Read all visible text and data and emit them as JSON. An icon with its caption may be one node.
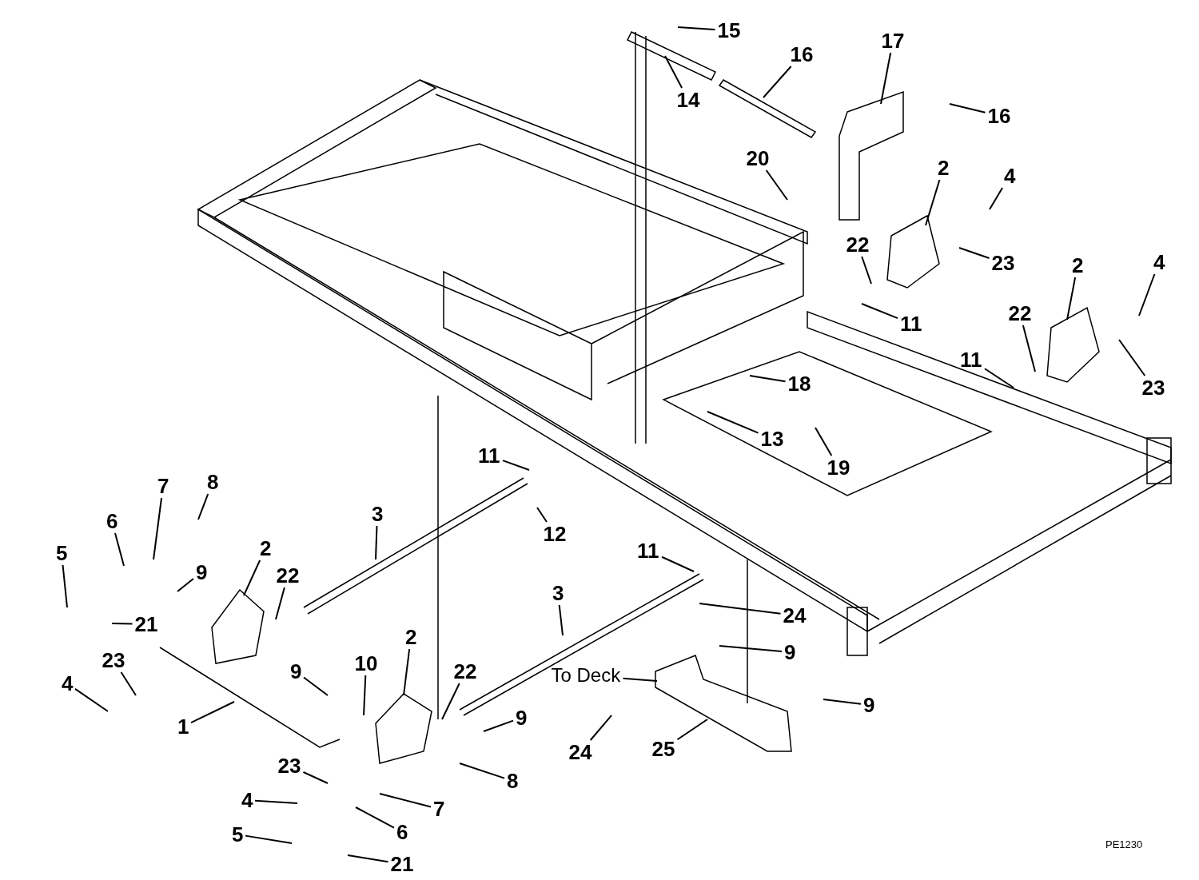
{
  "diagram": {
    "nodes": [
      {
        "text": [
          "15"
        ]
      },
      {
        "text": [
          "16"
        ]
      },
      {
        "text": [
          "17"
        ]
      },
      {
        "text": [
          "14"
        ]
      },
      {
        "text": [
          "16"
        ]
      },
      {
        "text": [
          "20"
        ]
      },
      {
        "text": [
          "2"
        ]
      },
      {
        "text": [
          "4"
        ]
      },
      {
        "text": [
          "22"
        ]
      },
      {
        "text": [
          "23"
        ]
      },
      {
        "text": [
          "2"
        ]
      },
      {
        "text": [
          "4"
        ]
      },
      {
        "text": [
          "11"
        ]
      },
      {
        "text": [
          "22"
        ]
      },
      {
        "text": [
          "11"
        ]
      },
      {
        "text": [
          "23"
        ]
      },
      {
        "text": [
          "18"
        ]
      },
      {
        "text": [
          "13"
        ]
      },
      {
        "text": [
          "19"
        ]
      },
      {
        "text": [
          "11"
        ]
      },
      {
        "text": [
          "12"
        ]
      },
      {
        "text": [
          "8"
        ]
      },
      {
        "text": [
          "7"
        ]
      },
      {
        "text": [
          "6"
        ]
      },
      {
        "text": [
          "5"
        ]
      },
      {
        "text": [
          "2"
        ]
      },
      {
        "text": [
          "9"
        ]
      },
      {
        "text": [
          "22"
        ]
      },
      {
        "text": [
          "21"
        ]
      },
      {
        "text": [
          "3"
        ]
      },
      {
        "text": [
          "11"
        ]
      },
      {
        "text": [
          "3"
        ]
      },
      {
        "text": [
          "24"
        ]
      },
      {
        "text": [
          "9"
        ]
      },
      {
        "text": [
          "23"
        ]
      },
      {
        "text": [
          "4"
        ]
      },
      {
        "text": [
          "9"
        ]
      },
      {
        "text": [
          "10"
        ]
      },
      {
        "text": [
          "2"
        ]
      },
      {
        "text": [
          "22"
        ]
      },
      {
        "text": [
          "To Deck"
        ]
      },
      {
        "text": [
          "1"
        ]
      },
      {
        "text": [
          "9"
        ]
      },
      {
        "text": [
          "9"
        ]
      },
      {
        "text": [
          "24"
        ]
      },
      {
        "text": [
          "25"
        ]
      },
      {
        "text": [
          "23"
        ]
      },
      {
        "text": [
          "8"
        ]
      },
      {
        "text": [
          "7"
        ]
      },
      {
        "text": [
          "4"
        ]
      },
      {
        "text": [
          "6"
        ]
      },
      {
        "text": [
          "5"
        ]
      },
      {
        "text": [
          "21"
        ]
      }
    ],
    "edges": [
      {
        "from": 0,
        "to": null,
        "arrow": "none"
      },
      {
        "from": 1,
        "to": null,
        "arrow": "none"
      },
      {
        "from": 2,
        "to": null,
        "arrow": "none"
      },
      {
        "from": 3,
        "to": null,
        "arrow": "none"
      },
      {
        "from": 4,
        "to": null,
        "arrow": "none"
      },
      {
        "from": 5,
        "to": null,
        "arrow": "none"
      },
      {
        "from": 6,
        "to": null,
        "arrow": "none"
      },
      {
        "from": 7,
        "to": null,
        "arrow": "none"
      },
      {
        "from": 8,
        "to": null,
        "arrow": "none"
      },
      {
        "from": 9,
        "to": null,
        "arrow": "none"
      },
      {
        "from": 10,
        "to": null,
        "arrow": "none"
      },
      {
        "from": 11,
        "to": null,
        "arrow": "none"
      },
      {
        "from": 12,
        "to": null,
        "arrow": "none"
      },
      {
        "from": 13,
        "to": null,
        "arrow": "none"
      },
      {
        "from": 14,
        "to": null,
        "arrow": "none"
      },
      {
        "from": 15,
        "to": null,
        "arrow": "none"
      },
      {
        "from": 16,
        "to": null,
        "arrow": "none"
      },
      {
        "from": 17,
        "to": null,
        "arrow": "none"
      },
      {
        "from": 18,
        "to": null,
        "arrow": "none"
      },
      {
        "from": 19,
        "to": null,
        "arrow": "none"
      },
      {
        "from": 20,
        "to": null,
        "arrow": "none"
      },
      {
        "from": 21,
        "to": null,
        "arrow": "none"
      },
      {
        "from": 22,
        "to": null,
        "arrow": "none"
      },
      {
        "from": 23,
        "to": null,
        "arrow": "none"
      },
      {
        "from": 24,
        "to": null,
        "arrow": "none"
      },
      {
        "from": 25,
        "to": null,
        "arrow": "none"
      },
      {
        "from": 26,
        "to": null,
        "arrow": "none"
      },
      {
        "from": 27,
        "to": null,
        "arrow": "none"
      },
      {
        "from": 28,
        "to": null,
        "arrow": "none"
      },
      {
        "from": 29,
        "to": null,
        "arrow": "none"
      },
      {
        "from": 30,
        "to": null,
        "arrow": "none"
      },
      {
        "from": 31,
        "to": null,
        "arrow": "none"
      },
      {
        "from": 32,
        "to": null,
        "arrow": "none"
      },
      {
        "from": 33,
        "to": null,
        "arrow": "none"
      },
      {
        "from": 34,
        "to": null,
        "arrow": "none"
      },
      {
        "from": 35,
        "to": null,
        "arrow": "none"
      },
      {
        "from": 36,
        "to": null,
        "arrow": "none"
      },
      {
        "from": 37,
        "to": null,
        "arrow": "none"
      },
      {
        "from": 38,
        "to": null,
        "arrow": "none"
      },
      {
        "from": 39,
        "to": null,
        "arrow": "none"
      },
      {
        "from": 40,
        "to": null,
        "arrow": "none"
      },
      {
        "from": 41,
        "to": null,
        "arrow": "none"
      },
      {
        "from": 42,
        "to": null,
        "arrow": "none"
      },
      {
        "from": 43,
        "to": null,
        "arrow": "none"
      },
      {
        "from": 44,
        "to": null,
        "arrow": "none"
      },
      {
        "from": 45,
        "to": null,
        "arrow": "none"
      },
      {
        "from": 46,
        "to": null,
        "arrow": "none"
      },
      {
        "from": 47,
        "to": null,
        "arrow": "none"
      },
      {
        "from": 48,
        "to": null,
        "arrow": "none"
      },
      {
        "from": 49,
        "to": null,
        "arrow": "none"
      },
      {
        "from": 50,
        "to": null,
        "arrow": "none"
      },
      {
        "from": 51,
        "to": null,
        "arrow": "none"
      },
      {
        "from": 52,
        "to": null,
        "arrow": "none"
      }
    ],
    "labels": [
      "PE1230"
    ]
  }
}
